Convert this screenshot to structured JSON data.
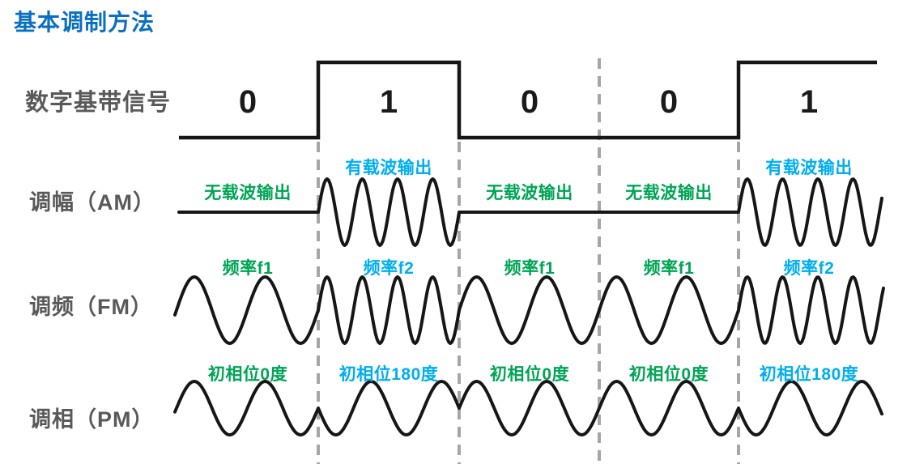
{
  "title": "基本调制方法",
  "palette": {
    "title_blue": "#0A6FC2",
    "green": "#00A455",
    "cyan": "#00AEEF",
    "label_gray": "#595959",
    "digit_black": "#1A1A1A",
    "wave_black": "#161616",
    "dash_gray": "#A6A6A6"
  },
  "baseband": {
    "label": "数字基带信号",
    "bits": [
      "0",
      "1",
      "0",
      "0",
      "1"
    ]
  },
  "am": {
    "label": "调幅（AM）",
    "carrier_cycles_per_bit": 4,
    "on_bits": [
      false,
      true,
      false,
      false,
      true
    ],
    "annotations": [
      {
        "text": "无载波输出",
        "color": "green"
      },
      {
        "text": "有载波输出",
        "color": "cyan"
      },
      {
        "text": "无载波输出",
        "color": "green"
      },
      {
        "text": "无载波输出",
        "color": "green"
      },
      {
        "text": "有载波输出",
        "color": "cyan"
      }
    ]
  },
  "fm": {
    "label": "调频（FM）",
    "cycles_per_bit": [
      2,
      4,
      2,
      2,
      4
    ],
    "annotations": [
      {
        "text": "频率f1",
        "color": "green"
      },
      {
        "text": "频率f2",
        "color": "cyan"
      },
      {
        "text": "频率f1",
        "color": "green"
      },
      {
        "text": "频率f1",
        "color": "green"
      },
      {
        "text": "频率f2",
        "color": "cyan"
      }
    ]
  },
  "pm": {
    "label": "调相（PM）",
    "cycles_per_bit": 2,
    "phase_deg_per_bit": [
      0,
      180,
      0,
      0,
      180
    ],
    "annotations": [
      {
        "text": "初相位0度",
        "color": "green"
      },
      {
        "text": "初相位180度",
        "color": "cyan"
      },
      {
        "text": "初相位0度",
        "color": "green"
      },
      {
        "text": "初相位0度",
        "color": "green"
      },
      {
        "text": "初相位180度",
        "color": "cyan"
      }
    ]
  }
}
